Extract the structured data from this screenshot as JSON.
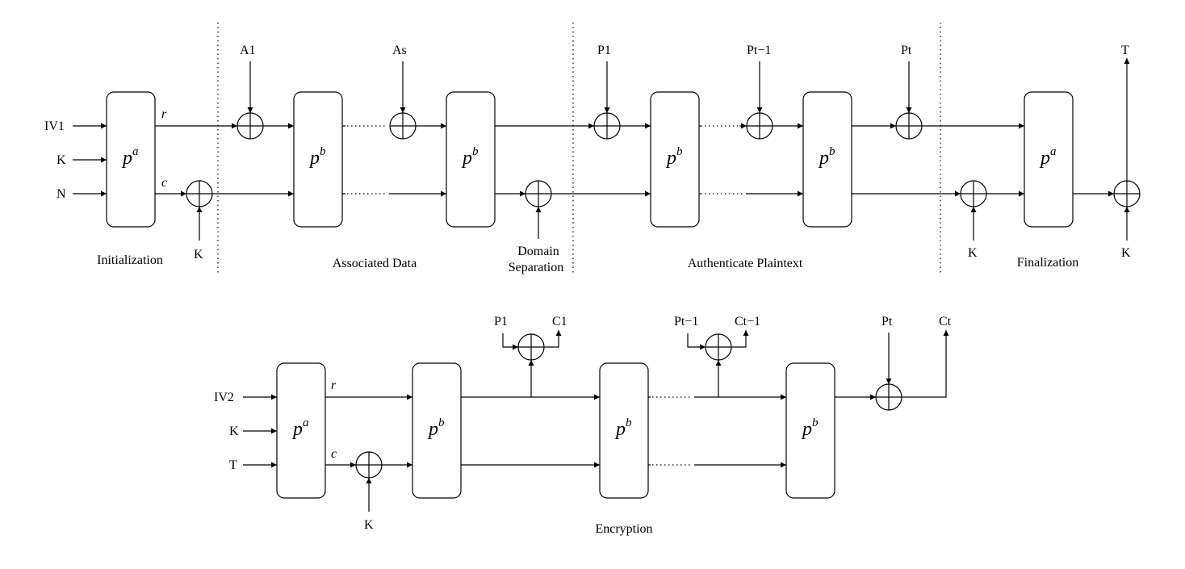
{
  "perm_base": "p",
  "perm_a": "a",
  "perm_b": "b",
  "top": {
    "inputs": [
      "IV1",
      "K",
      "N"
    ],
    "rate_label": "r",
    "capacity_label": "c",
    "ad": {
      "first": "A1",
      "last": "As"
    },
    "pt": {
      "first": "P1",
      "prev": "Pt−1",
      "last": "Pt"
    },
    "key_labels": [
      "K",
      "K",
      "K"
    ],
    "tag": "T",
    "domain_sep": [
      "Domain",
      "Separation"
    ],
    "phases": [
      "Initialization",
      "Associated Data",
      "Authenticate Plaintext",
      "Finalization"
    ]
  },
  "bottom": {
    "inputs": [
      "IV2",
      "K",
      "T"
    ],
    "rate_label": "r",
    "capacity_label": "c",
    "key_label": "K",
    "pairs": [
      {
        "p": "P1",
        "c": "C1"
      },
      {
        "p": "Pt−1",
        "c": "Ct−1"
      },
      {
        "p": "Pt",
        "c": "Ct"
      }
    ],
    "caption": "Encryption"
  }
}
